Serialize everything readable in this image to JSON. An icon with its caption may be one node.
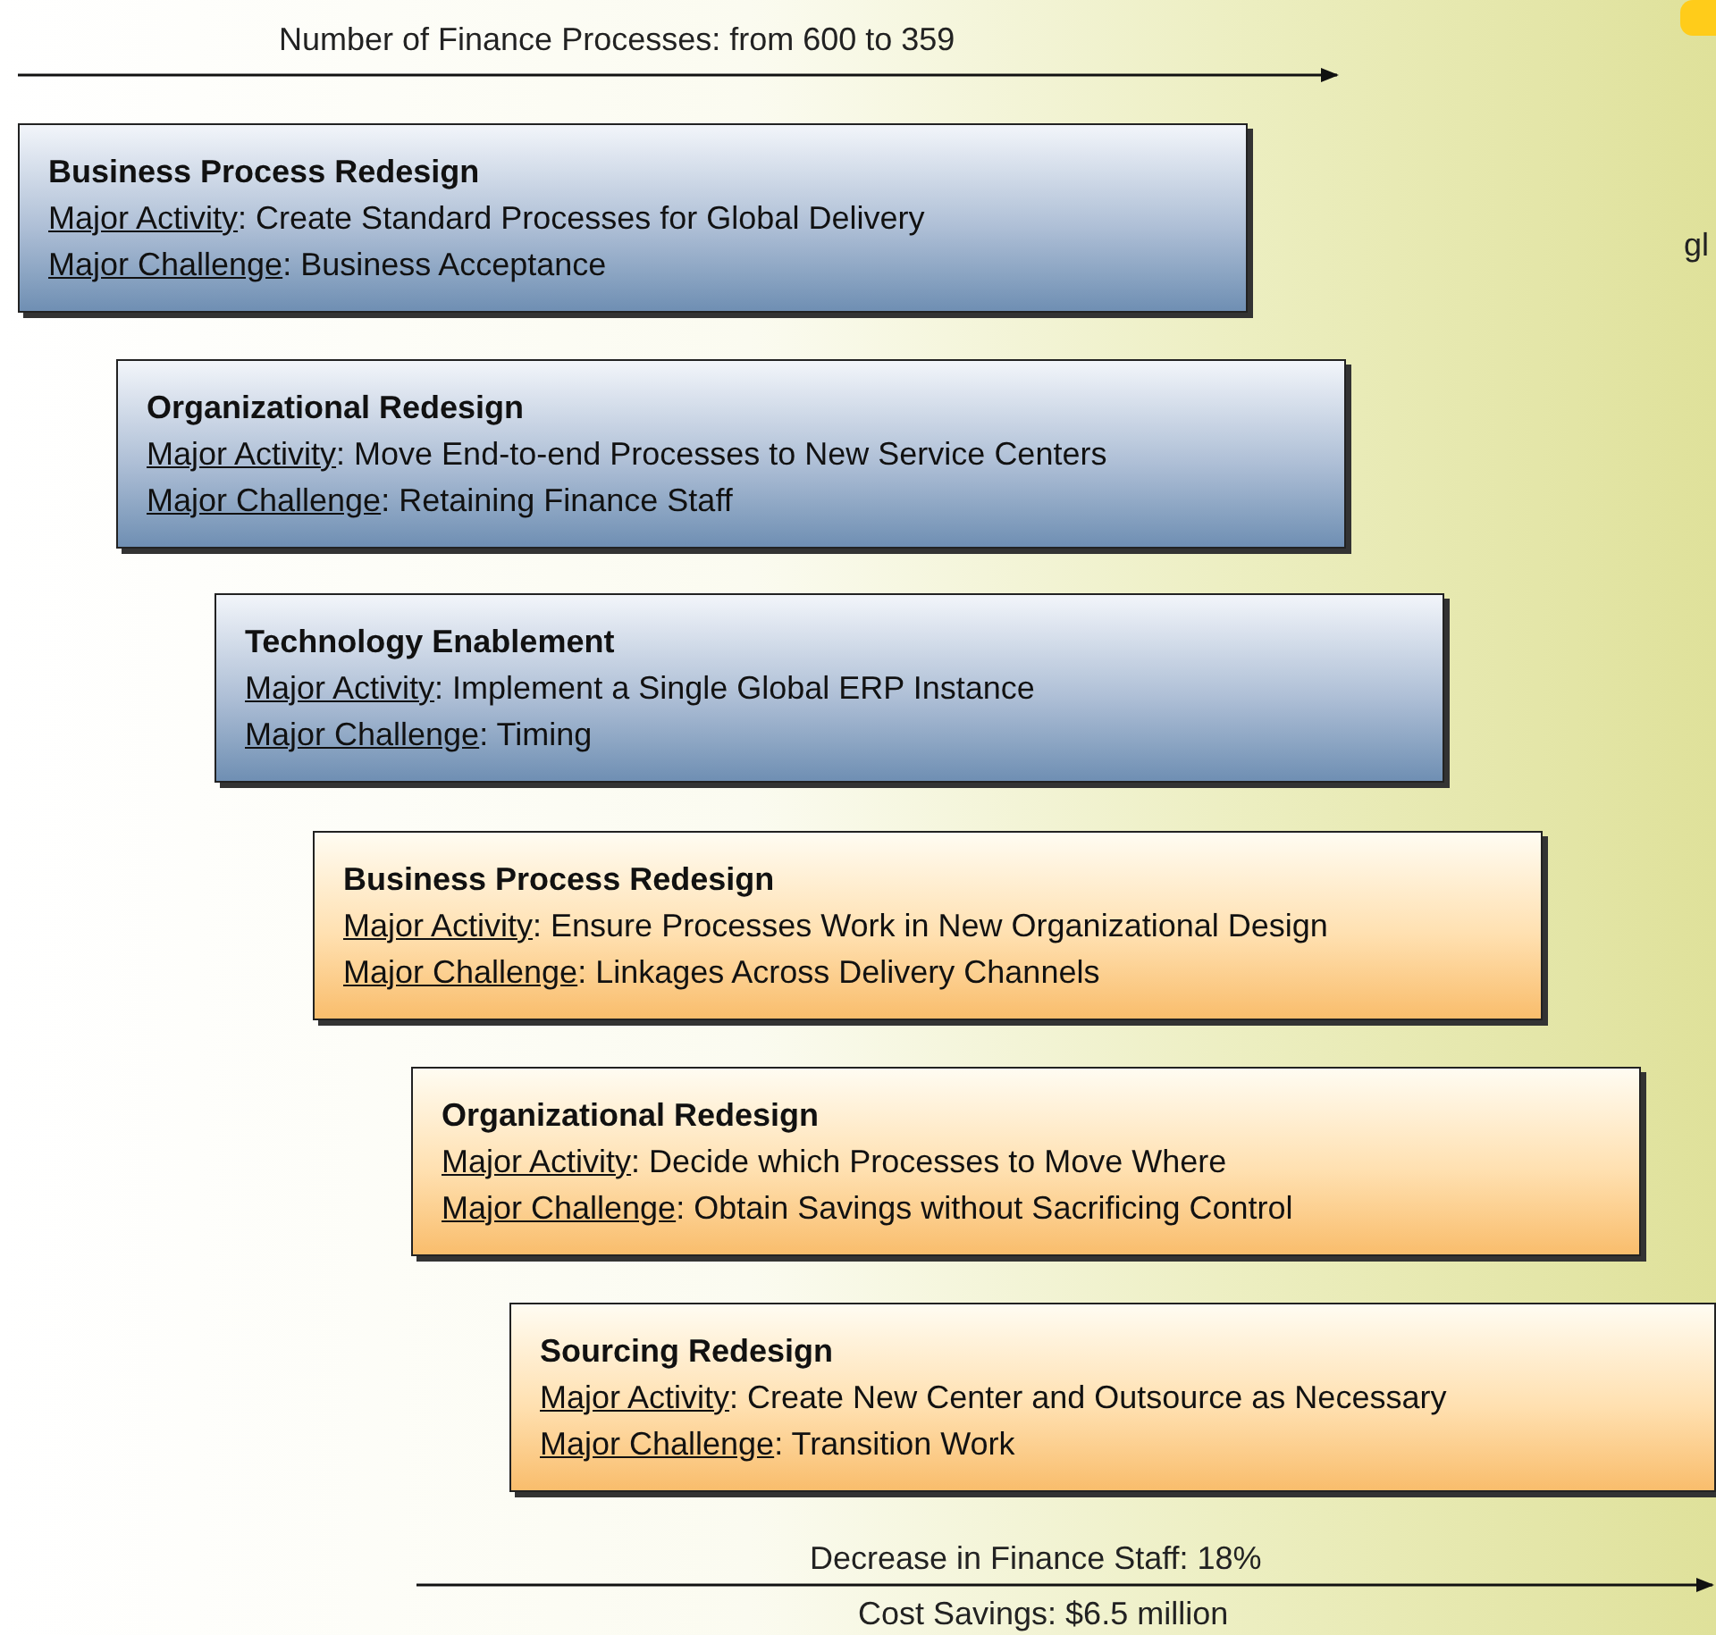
{
  "diagram": {
    "nodes": [
      {
        "text": [
          "Business Process Redesign",
          "Major Activity: Create Standard Processes for Global Delivery",
          "Major Challenge: Business Acceptance"
        ]
      },
      {
        "text": [
          "Organizational Redesign",
          "Major Activity: Move End-to-end Processes to New Service Centers",
          "Major Challenge: Retaining Finance Staff"
        ]
      },
      {
        "text": [
          "Technology Enablement",
          "Major Activity: Implement a Single Global ERP Instance",
          "Major Challenge: Timing"
        ]
      },
      {
        "text": [
          "Business Process Redesign",
          "Major Activity: Ensure Processes Work in New Organizational Design",
          "Major Challenge: Linkages Across Delivery Channels"
        ]
      },
      {
        "text": [
          "Organizational Redesign",
          "Major Activity: Decide which Processes to Move Where",
          "Major Challenge: Obtain Savings without Sacrificing Control"
        ]
      },
      {
        "text": [
          "Sourcing Redesign",
          "Major Activity: Create New Center and Outsource as Necessary",
          "Major Challenge: Transition Work"
        ]
      }
    ],
    "labels": [
      "Number of Finance Processes: from 600 to 359",
      "gl",
      "Decrease in Finance Staff: 18%",
      "Cost Savings: $6.5 million"
    ]
  }
}
